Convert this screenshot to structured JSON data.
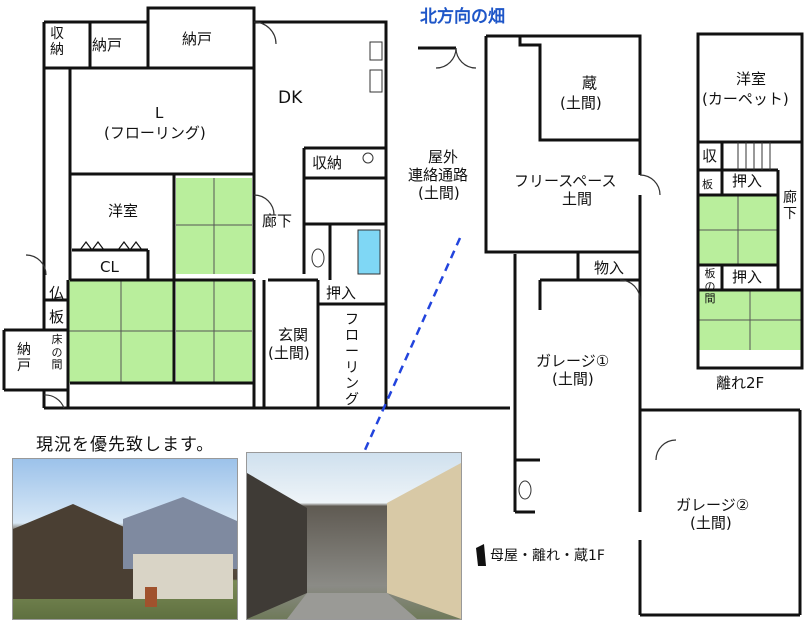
{
  "title": "北方向の畑",
  "rooms": {
    "shuno_top": "収納",
    "nando1": "納戸",
    "nando2": "納戸",
    "dk": "DK",
    "living_l": "L",
    "living_sub": "(フローリング)",
    "yoshitsu": "洋室",
    "cl": "CL",
    "butsu": "仏",
    "ita": "板",
    "tokonoma": "床の間",
    "nando_left": "納戸",
    "shuno_mid": "収納",
    "roka": "廊下",
    "oshiire": "押入",
    "genkan": "玄関",
    "genkan_sub": "(土間)",
    "flooring_v": "フローリング",
    "passage_l1": "屋外",
    "passage_l2": "連絡通路",
    "passage_l3": "(土間)",
    "kura": "蔵",
    "kura_sub": "(土間)",
    "free_space": "フリースペース",
    "free_sub": "土間",
    "monoire": "物入",
    "garage1": "ガレージ①",
    "garage1_sub": "(土間)",
    "garage2": "ガレージ②",
    "garage2_sub": "(土間)",
    "annex_yoshitsu": "洋室",
    "annex_carpet": "(カーペット)",
    "annex_shu": "収",
    "annex_ita_small": "板",
    "annex_oshiire1": "押入",
    "annex_roka": "廊下",
    "annex_itanoma": "板の間",
    "annex_oshiire2": "押入",
    "annex_floor": "離れ2F"
  },
  "notes": {
    "priority": "現況を優先致します。",
    "legend": "母屋・離れ・蔵1F"
  },
  "colors": {
    "tatami": "#b9ee9c",
    "wall": "#111111",
    "arrow": "#2244dd",
    "title": "#1e56c8"
  }
}
